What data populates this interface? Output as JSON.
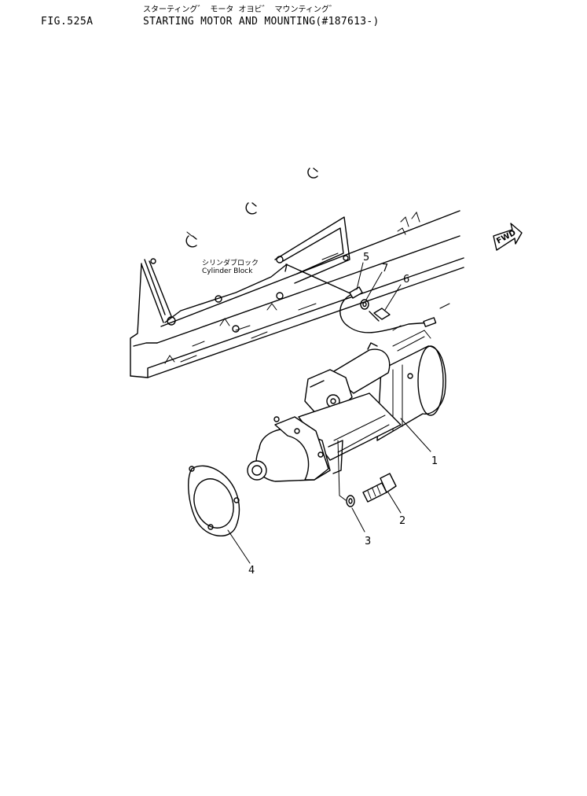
{
  "header": {
    "fig_no": "FIG.525A",
    "title_jp": "スターティング゛ モータ オヨビ゛ マウンティング゛",
    "title_en": "STARTING MOTOR AND MOUNTING(#187613-)"
  },
  "diagram": {
    "block_label_jp": "シリンダブロック",
    "block_label_en": "Cylinder Block",
    "direction_label": "FWD",
    "callouts": [
      "1",
      "2",
      "3",
      "4",
      "5",
      "6",
      "7"
    ]
  }
}
